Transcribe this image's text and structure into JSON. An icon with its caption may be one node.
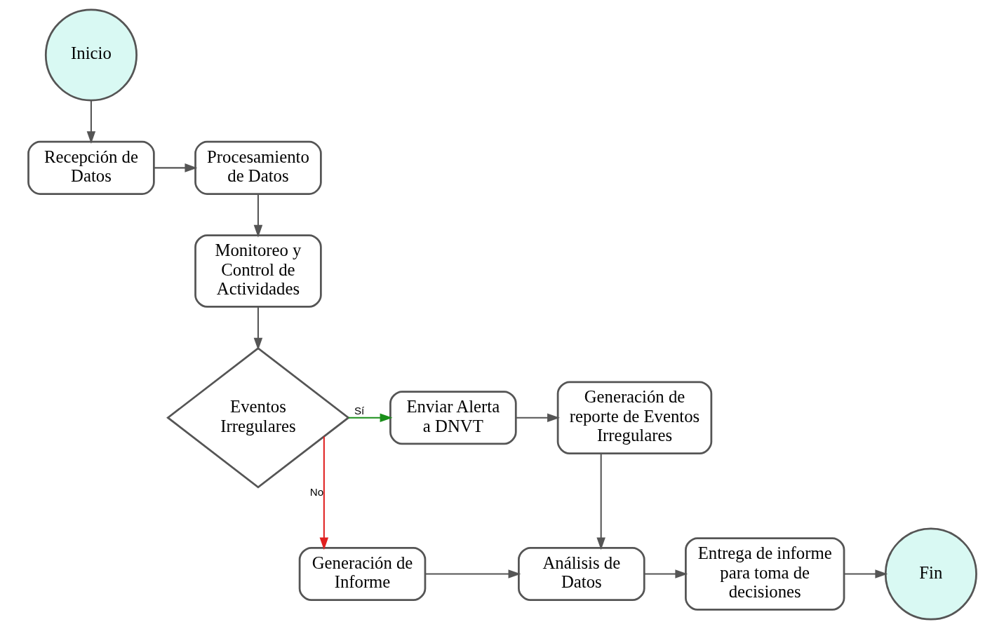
{
  "diagram": {
    "nodes": [
      {
        "text": [
          "Inicio"
        ]
      },
      {
        "text": [
          "Recepción de Datos"
        ]
      },
      {
        "text": [
          "Procesamiento de Datos"
        ]
      },
      {
        "text": [
          "Monitoreo y Control de Actividades"
        ]
      },
      {
        "text": [
          "Eventos Irregulares"
        ]
      },
      {
        "text": [
          "Enviar Alerta a DNVT"
        ]
      },
      {
        "text": [
          "Generación de reporte de Eventos Irregulares"
        ]
      },
      {
        "text": [
          "Generación de Informe"
        ]
      },
      {
        "text": [
          "Análisis de Datos"
        ]
      },
      {
        "text": [
          "Entrega de informe para toma de decisiones"
        ]
      },
      {
        "text": [
          "Fin"
        ]
      }
    ],
    "edges": [
      {
        "from": 0,
        "to": 1,
        "arrow": "to"
      },
      {
        "from": 1,
        "to": 2,
        "arrow": "to"
      },
      {
        "from": 2,
        "to": 3,
        "arrow": "to"
      },
      {
        "from": 3,
        "to": 4,
        "arrow": "to"
      },
      {
        "from": 4,
        "to": 5,
        "arrow": "to",
        "label": "Sí",
        "color": "#1a8f1a"
      },
      {
        "from": 5,
        "to": 6,
        "arrow": "to"
      },
      {
        "from": 6,
        "to": 8,
        "arrow": "to"
      },
      {
        "from": 4,
        "to": 7,
        "arrow": "to",
        "label": "No",
        "color": "#e02020"
      },
      {
        "from": 7,
        "to": 8,
        "arrow": "to"
      },
      {
        "from": 8,
        "to": 9,
        "arrow": "to"
      },
      {
        "from": 9,
        "to": 10,
        "arrow": "to"
      }
    ]
  }
}
